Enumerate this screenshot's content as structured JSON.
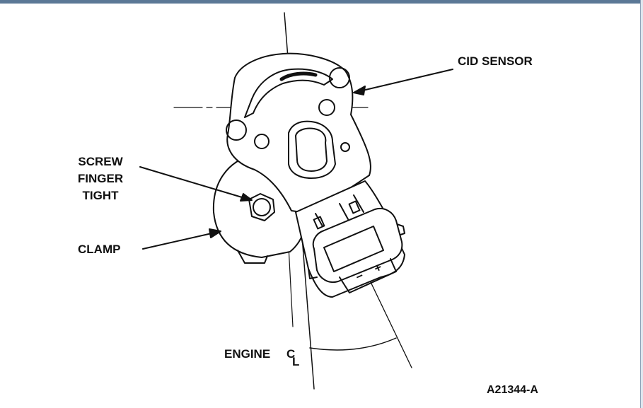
{
  "diagram": {
    "labels": {
      "cid_sensor": "CID SENSOR",
      "screw_line1": "SCREW",
      "screw_line2": "FINGER",
      "screw_line3": "TIGHT",
      "clamp": "CLAMP",
      "engine": "ENGINE",
      "centerline_symbol": "C",
      "centerline_sub": "L",
      "figure_id": "A21344-A"
    },
    "polarity": {
      "minus": "−",
      "plus": "+"
    },
    "colors": {
      "ink": "#111111",
      "frame": "#5b7896",
      "background": "#ffffff"
    }
  }
}
